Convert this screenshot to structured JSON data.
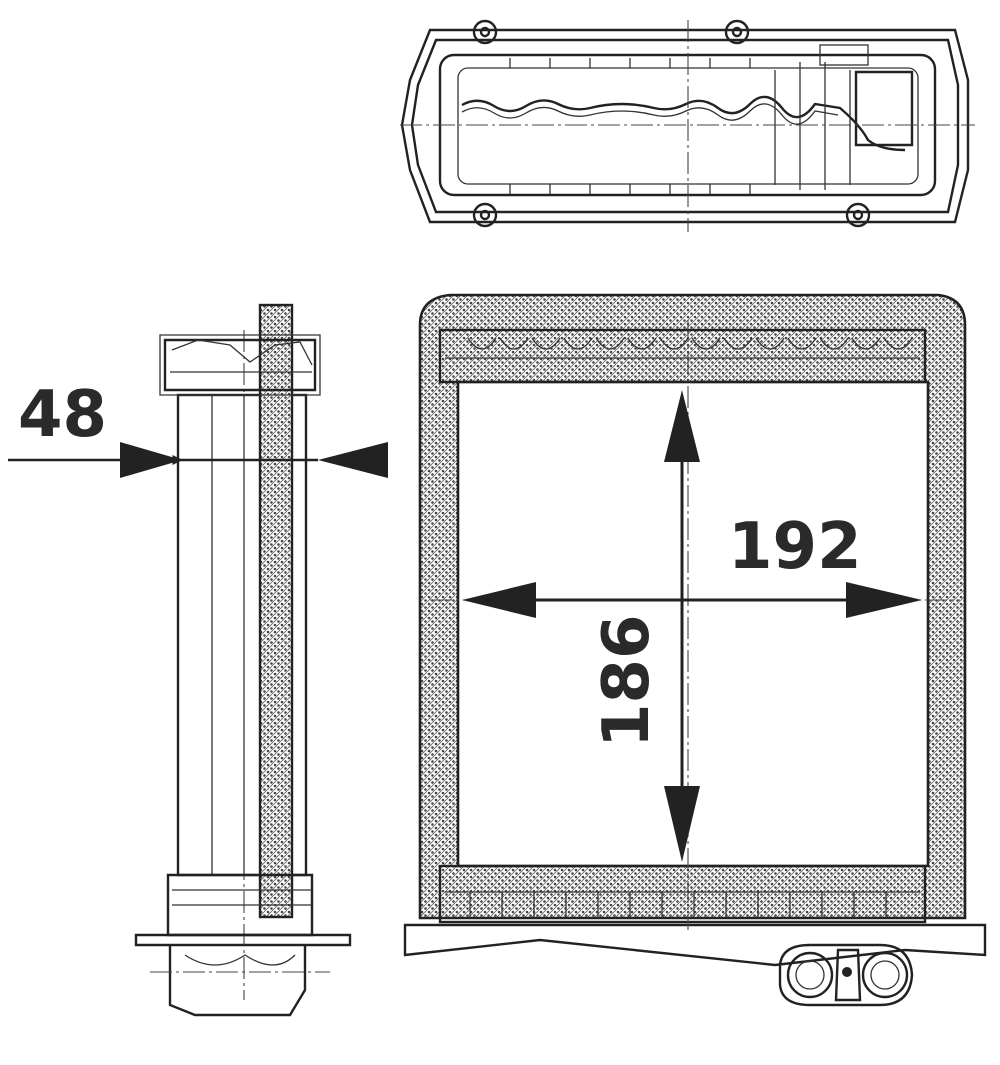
{
  "dimensions": {
    "depth": "48",
    "width": "192",
    "height": "186"
  },
  "colors": {
    "line": "#222222",
    "text": "#2a2a2a",
    "hatch": "#555555",
    "background": "#ffffff"
  }
}
